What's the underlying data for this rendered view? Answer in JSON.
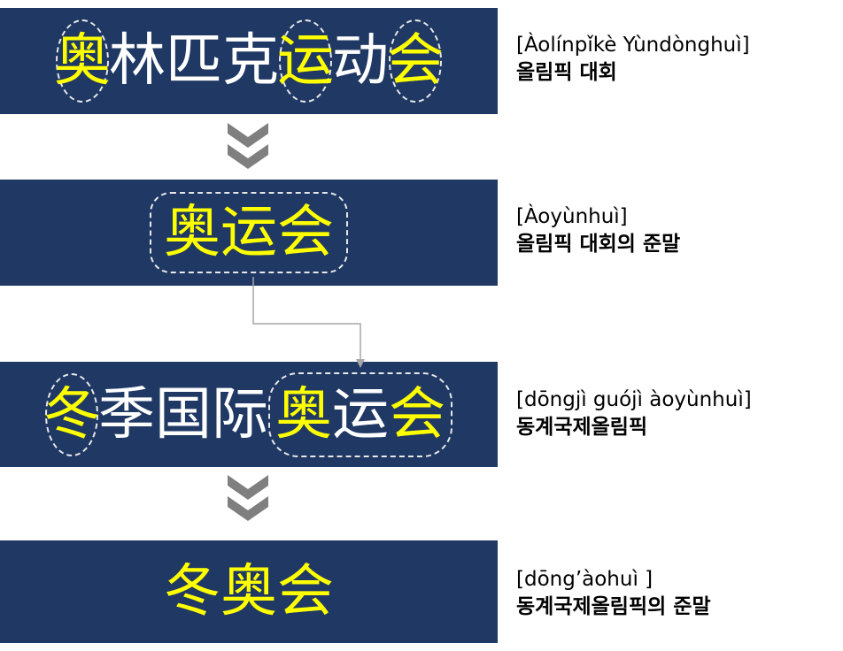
{
  "colors": {
    "band": "#1f3864",
    "highlight": "#ffff00",
    "text": "#ffffff",
    "chevron": "#7f7f7f",
    "connector": "#a6a6a6"
  },
  "rows": [
    {
      "chars": [
        "奥",
        "林",
        "匹",
        "克",
        "运",
        "动",
        "会"
      ],
      "pinyin": "[Àolínpǐkè Yùndònghuì]",
      "korean": "올림픽 대회"
    },
    {
      "chars": [
        "奥",
        "运",
        "会"
      ],
      "pinyin": "[Àoyùnhuì]",
      "korean": "올림픽 대회의 준말"
    },
    {
      "chars": [
        "冬",
        "季",
        "国",
        "际",
        "奥",
        "运",
        "会"
      ],
      "pinyin": "[dōngjì guójì àoyùnhuì]",
      "korean": "동계국제올림픽"
    },
    {
      "chars": [
        "冬",
        "奥",
        "会"
      ],
      "pinyin": "[dōng’àohuì ]",
      "korean": "동계국제올림픽의 준말"
    }
  ],
  "icons": [
    "double-chevron-down-icon",
    "double-chevron-down-icon"
  ]
}
